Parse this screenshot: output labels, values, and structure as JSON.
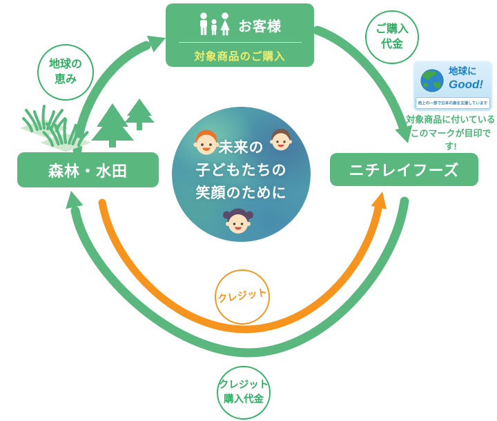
{
  "diagram": {
    "customer": {
      "title": "お客様",
      "subtitle": "対象商品のご購入"
    },
    "forest": {
      "label": "森林・水田"
    },
    "company": {
      "label": "ニチレイフーズ"
    },
    "center": {
      "line1": "未来の",
      "line2": "子どもたちの",
      "line3": "笑顔のために"
    },
    "flows": {
      "blessing": {
        "line1": "地球の",
        "line2": "恵み"
      },
      "purchase_payment": {
        "line1": "ご購入",
        "line2": "代金"
      },
      "credit": {
        "label": "クレジット"
      },
      "credit_payment": {
        "line1": "クレジット",
        "line2": "購入代金"
      }
    },
    "badge": {
      "title_line1": "地球に",
      "title_line2": "Good!",
      "strip": "売上の一部で日本の森を支援しています",
      "caption_line1": "対象商品に付いている",
      "caption_line2": "このマークが目印です!"
    },
    "colors": {
      "green": "#5ab87e",
      "deep_green": "#2fad62",
      "orange": "#f7941d",
      "yellow": "#f1ee6b",
      "badge_blue": "#1d7fc4"
    }
  }
}
